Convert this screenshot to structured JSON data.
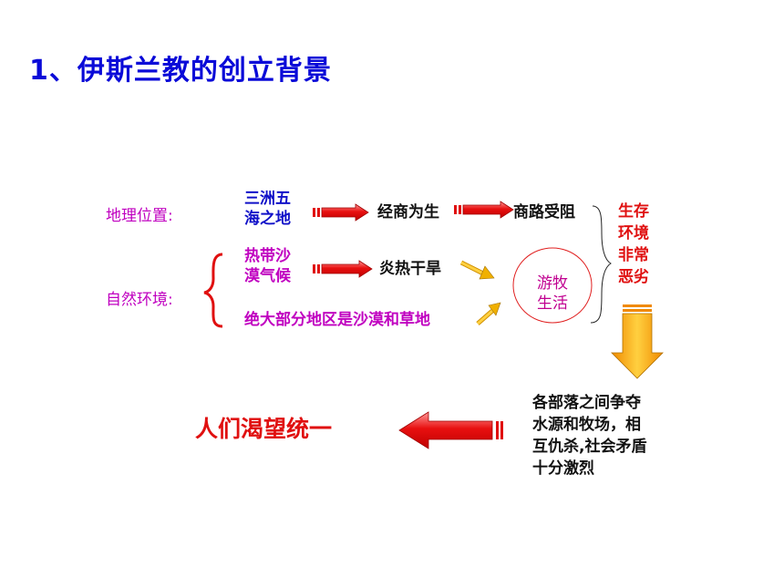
{
  "title": "1、伊斯兰教的创立背景",
  "labels": {
    "geo": "地理位置:",
    "nature": "自然环境:"
  },
  "geo_position": {
    "line1": "三洲五",
    "line2": "海之地"
  },
  "climate": {
    "line1": "热带沙",
    "line2": "漠气候"
  },
  "terrain": "绝大部分地区是沙漠和草地",
  "trade": "经商为生",
  "trade_blocked": "商路受阻",
  "hot_dry": "炎热干旱",
  "nomadic": {
    "line1": "游牧",
    "line2": "生活"
  },
  "harsh": [
    "生存",
    "环境",
    "非常",
    "恶劣"
  ],
  "conflict": [
    "各部落之间争夺",
    "水源和牧场，相",
    "互仇杀,社会矛盾",
    "十分激烈"
  ],
  "conclusion": "人们渴望统一",
  "colors": {
    "title": "#0a0ad8",
    "arrow": "#e01010",
    "gold_arrow": "#f0a000",
    "magenta": "#c000c0"
  }
}
